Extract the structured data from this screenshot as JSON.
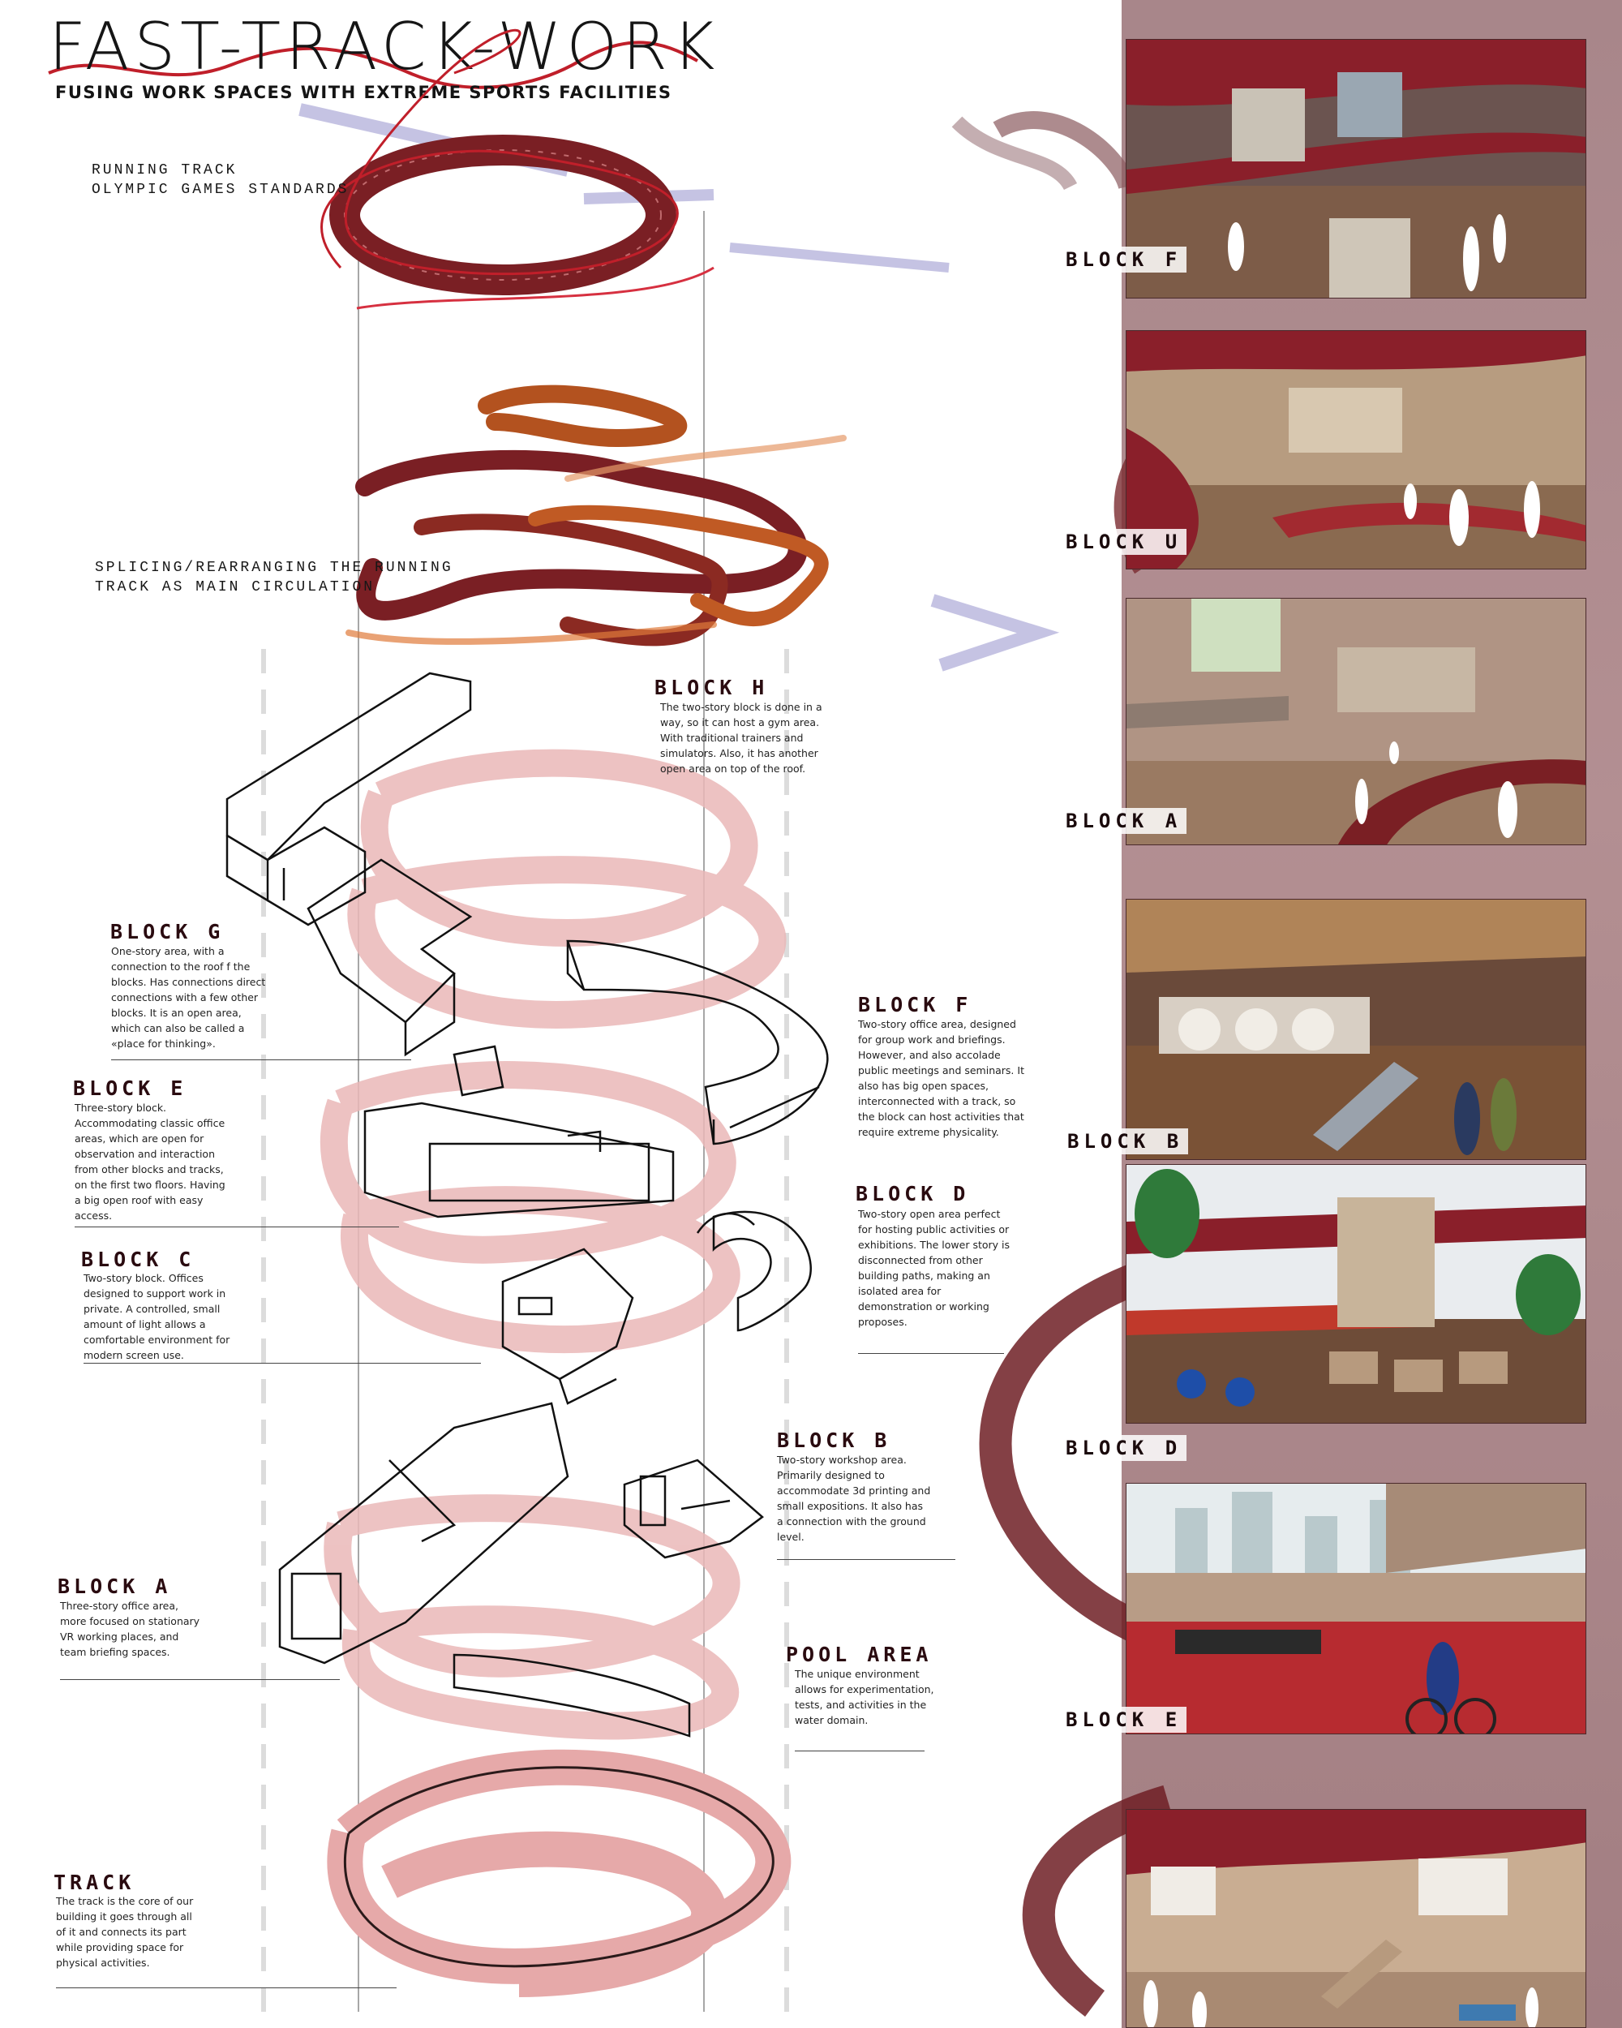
{
  "title": "FAST-TRACK-WORK",
  "subtitle": "FUSING WORK SPACES WITH EXTREME SPORTS FACILITIES",
  "notes": {
    "running_track": "RUNNING TRACK\nOLYMPIC GAMES STANDARDS",
    "splicing": "SPLICING/REARRANGING THE RUNNING\nTRACK AS MAIN CIRCULATION"
  },
  "blocks": {
    "h": {
      "title": "BLOCK H",
      "desc": "The two-story block is done in a way, so it can host a gym area. With traditional trainers and simulators. Also, it has another open area on top of the roof."
    },
    "g": {
      "title": "BLOCK G",
      "desc": "One-story area, with a connection to the roof f the blocks. Has connections direct connections with a few other blocks. It is an open area, which can also be called a «place for thinking»."
    },
    "f": {
      "title": "BLOCK F",
      "desc": "Two-story office area, designed for group work and briefings. However, and also accolade public meetings and seminars. It also has big open spaces, interconnected with a track, so the block can host activities that require extreme physicality."
    },
    "e": {
      "title": "BLOCK E",
      "desc": "Three-story block. Accommodating classic office areas, which are open for observation and interaction from other blocks and tracks, on the first two floors. Having a big open roof with easy access."
    },
    "d": {
      "title": "BLOCK D",
      "desc": "Two-story open area perfect for hosting public activities or exhibitions. The lower story is disconnected from other building paths, making an isolated area for demonstration or working proposes."
    },
    "c": {
      "title": "BLOCK C",
      "desc": "Two-story block. Offices designed to support work in private. A controlled, small amount of light allows a comfortable environment for modern screen use."
    },
    "b": {
      "title": "BLOCK B",
      "desc": "Two-story workshop area. Primarily designed to accommodate 3d printing and small expositions. It also has a connection with the ground level."
    },
    "a": {
      "title": "BLOCK A",
      "desc": "Three-story office area, more focused on stationary VR working places, and team briefing spaces."
    },
    "pool": {
      "title": "POOL AREA",
      "desc": "The unique environment allows for experimentation, tests, and activities in the water domain."
    },
    "track": {
      "title": "TRACK",
      "desc": "The track is the core of our building it goes through all of it and connects its part while providing space for physical activities."
    }
  },
  "renders": [
    {
      "label": "BLOCK F"
    },
    {
      "label": "BLOCK U"
    },
    {
      "label": "BLOCK A"
    },
    {
      "label": "BLOCK B"
    },
    {
      "label": "BLOCK D"
    },
    {
      "label": "BLOCK E"
    },
    {
      "label": ""
    }
  ],
  "colors": {
    "accent_red": "#c01f2a",
    "track_maroon": "#7a1f24",
    "track_pink": "#e8b9b9",
    "orange": "#e07a3a",
    "lavender": "#a9a6d3",
    "band": "#a8868a"
  }
}
